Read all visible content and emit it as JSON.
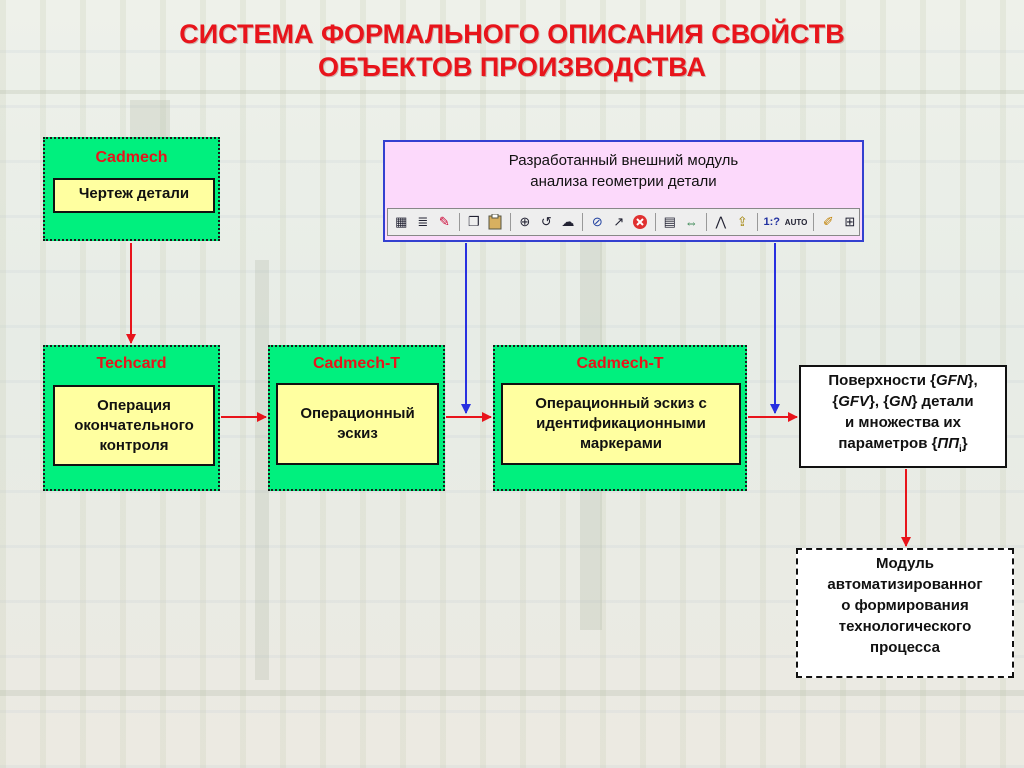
{
  "title": {
    "line1": "СИСТЕМА ФОРМАЛЬНОГО ОПИСАНИЯ СВОЙСТВ",
    "line2": "ОБЪЕКТОВ ПРОИЗВОДСТВА"
  },
  "boxes": {
    "cadmech": {
      "label": "Cadmech",
      "inner": "Чертеж детали"
    },
    "techcard": {
      "label": "Techcard",
      "inner": "Операция окончательного контроля"
    },
    "cadmech_t1": {
      "label": "Cadmech-T",
      "inner": "Операционный эскиз"
    },
    "cadmech_t2": {
      "label": "Cadmech-T",
      "inner": "Операционный эскиз с идентификационными маркерами"
    },
    "external_module": {
      "line1": "Разработанный внешний модуль",
      "line2": "анализа геометрии детали"
    },
    "surfaces": {
      "p1": "Поверхности {",
      "gfn": "GFN",
      "p2": "},",
      "p3": "{",
      "gfv": "GFV",
      "p4": "}, {",
      "gn": "GN",
      "p5": "} детали",
      "p6": "и множества их",
      "p7": "параметров {",
      "pp": "ПП",
      "sub": "i",
      "p8": "}"
    },
    "final_module": {
      "line1": "Модуль",
      "line2": "автоматизированног",
      "line3": "о формирования",
      "line4": "технологического",
      "line5": "процесса"
    }
  },
  "toolbar": {
    "icons": [
      "table-icon",
      "list-icon",
      "brush-icon",
      "copy-icon",
      "paste-icon",
      "zoom-in-icon",
      "rotate-icon",
      "cloud-icon",
      "compass-icon",
      "pointer-icon",
      "delete-icon",
      "layout-icon",
      "dimension-icon",
      "mirror-icon",
      "export-icon",
      "ratio-icon",
      "auto-icon",
      "pen-icon",
      "measure-icon"
    ],
    "glyphs": [
      "▦",
      "≣",
      "✎",
      "❐",
      "📋",
      "⊕",
      "↺",
      "☁",
      "⊘",
      "↗",
      "✖",
      "▤",
      "⇔",
      "⋀",
      "⇪",
      "",
      "",
      "✐",
      "⊞"
    ],
    "ratio_label": "1:?",
    "auto_label": "AUTO"
  },
  "colors": {
    "title": "#e8141b",
    "green_box": "#00f07e",
    "yellow_box": "#ffffa0",
    "pink_box": "#fcd9fb",
    "red_arrow": "#e8141b",
    "blue_arrow": "#2830e0"
  }
}
